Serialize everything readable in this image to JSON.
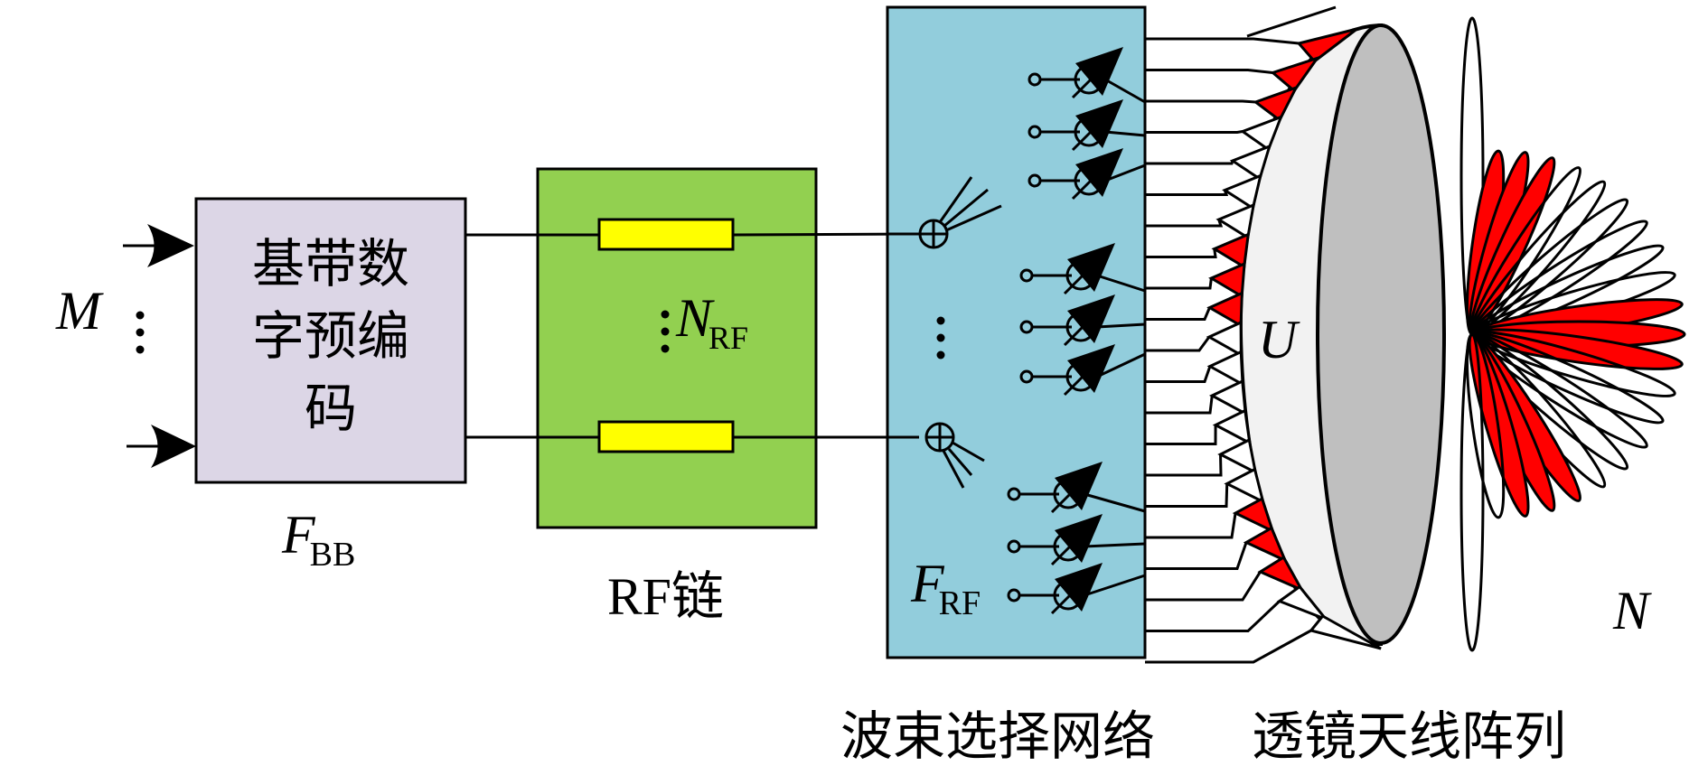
{
  "colors": {
    "baseband_fill": "#dcd6e6",
    "rf_chain_fill": "#92d050",
    "rf_component_fill": "#ffff00",
    "beam_network_fill": "#92cddc",
    "lens_face_fill": "#f2f2f2",
    "lens_rim_fill": "#bfbfbf",
    "selected_red": "#ff0000",
    "stroke": "#000000"
  },
  "baseband": {
    "title_lines": [
      "基带数",
      "字预编",
      "码"
    ],
    "symbol": "F",
    "symbol_sub": "BB",
    "input_label": "M"
  },
  "rf_chain": {
    "count_symbol": "N",
    "count_sub": "RF",
    "caption_latin": "RF",
    "caption_cjk": "链"
  },
  "beam_network": {
    "symbol": "F",
    "symbol_sub": "RF",
    "caption": "波束选择网络"
  },
  "lens": {
    "label": "U",
    "caption": "透镜天线阵列"
  },
  "beams": {
    "label": "N",
    "selected_pattern": [
      0,
      1,
      1,
      1,
      0,
      0,
      0,
      0,
      0,
      0,
      1,
      1,
      1,
      0,
      0,
      0,
      0,
      0,
      1,
      1,
      1,
      0,
      0
    ]
  },
  "feeds": {
    "selected_pattern": [
      1,
      1,
      1,
      0,
      0,
      0,
      0,
      1,
      1,
      1,
      0,
      0,
      0,
      0,
      0,
      0,
      1,
      1,
      1,
      0,
      0
    ]
  }
}
